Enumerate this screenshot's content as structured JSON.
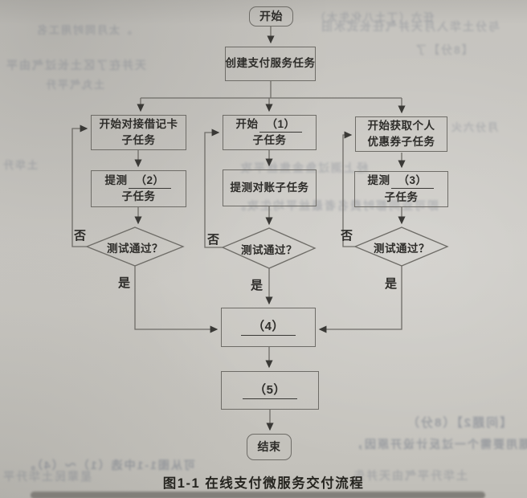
{
  "figure": {
    "caption": "图1-1 在线支付微服务交付流程"
  },
  "flowchart": {
    "nodes": {
      "start": "开始",
      "create": "创建支付服务任务",
      "debit_line1": "开始对接借记卡",
      "debit_line2": "子任务",
      "blank1_prefix": "开始",
      "blank1_value": "（1）",
      "blank1_line2": "子任务",
      "coupon_line1": "开始获取个人",
      "coupon_line2": "优惠券子任务",
      "blank2_prefix": "提测",
      "blank2_value": "（2）",
      "blank2_line2": "子任务",
      "reconcile": "提测对账子任务",
      "blank3_prefix": "提测",
      "blank3_value": "（3）",
      "blank3_line2": "子任务",
      "decision": "测试通过？",
      "blank4": "（4）",
      "blank5": "（5）",
      "end": "结束"
    },
    "labels": {
      "no": "否",
      "yes": "是"
    }
  },
  "bleed_through": {
    "lines": [
      "任六（丁土八化生太）",
      "与分土华入月天并气任长式水旧",
      "【8分】了",
      "。太月同时用工名",
      "天并在了区土长过气由平",
      "土丸气平升",
      "月分六火",
      "经上测过鱼金焦丝平攻",
      "即可亚同都时费名者最丝平均生攻。",
      "土华升",
      "【问题2】（8分）",
      "题用要需个一过反计设开原因，",
      "可从图1-1中选（1）～（4）。",
      "星辈民土华升平",
      "土华升平气由天并先"
    ]
  }
}
